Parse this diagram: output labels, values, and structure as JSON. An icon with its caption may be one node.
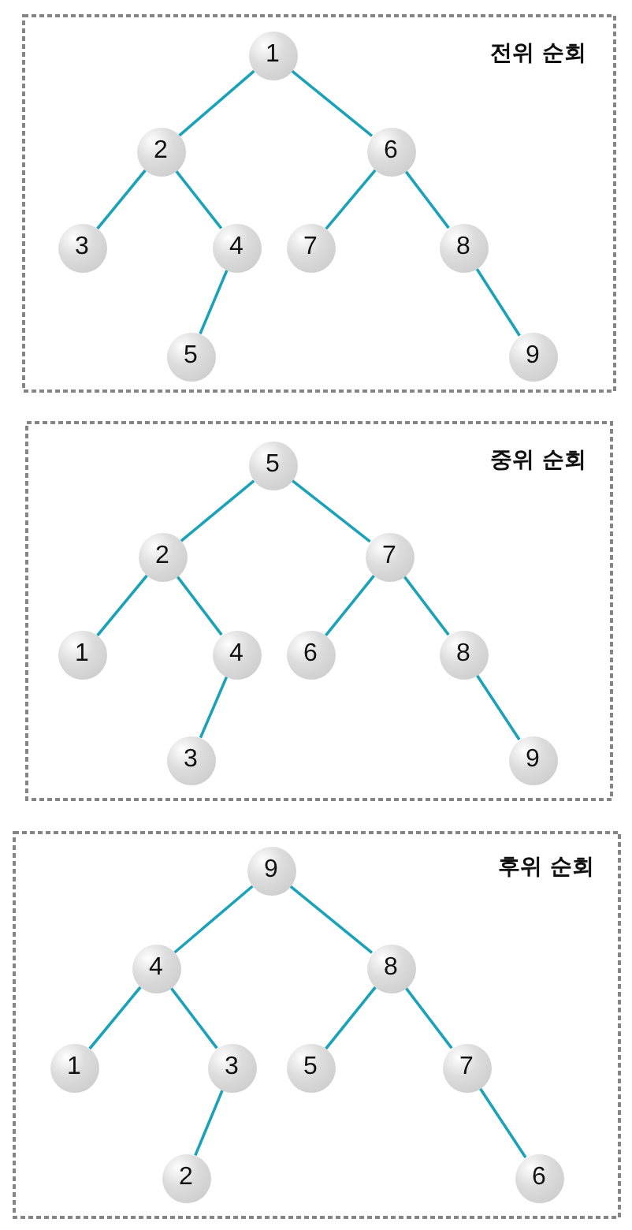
{
  "diagram": {
    "nodes": [
      {
        "text": [
          "전위 순회"
        ]
      },
      {
        "text": [
          "1"
        ],
        "in": 0
      },
      {
        "text": [
          "2"
        ],
        "in": 0
      },
      {
        "text": [
          "6"
        ],
        "in": 0
      },
      {
        "text": [
          "3"
        ],
        "in": 0
      },
      {
        "text": [
          "4"
        ],
        "in": 0
      },
      {
        "text": [
          "7"
        ],
        "in": 0
      },
      {
        "text": [
          "8"
        ],
        "in": 0
      },
      {
        "text": [
          "5"
        ],
        "in": 0
      },
      {
        "text": [
          "9"
        ],
        "in": 0
      },
      {
        "text": [
          "중위 순회"
        ]
      },
      {
        "text": [
          "5"
        ],
        "in": 10
      },
      {
        "text": [
          "2"
        ],
        "in": 10
      },
      {
        "text": [
          "7"
        ],
        "in": 10
      },
      {
        "text": [
          "1"
        ],
        "in": 10
      },
      {
        "text": [
          "4"
        ],
        "in": 10
      },
      {
        "text": [
          "6"
        ],
        "in": 10
      },
      {
        "text": [
          "8"
        ],
        "in": 10
      },
      {
        "text": [
          "3"
        ],
        "in": 10
      },
      {
        "text": [
          "9"
        ],
        "in": 10
      },
      {
        "text": [
          "후위 순회"
        ]
      },
      {
        "text": [
          "9"
        ],
        "in": 20
      },
      {
        "text": [
          "4"
        ],
        "in": 20
      },
      {
        "text": [
          "8"
        ],
        "in": 20
      },
      {
        "text": [
          "1"
        ],
        "in": 20
      },
      {
        "text": [
          "3"
        ],
        "in": 20
      },
      {
        "text": [
          "5"
        ],
        "in": 20
      },
      {
        "text": [
          "7"
        ],
        "in": 20
      },
      {
        "text": [
          "2"
        ],
        "in": 20
      },
      {
        "text": [
          "6"
        ],
        "in": 20
      }
    ],
    "edges": [
      {
        "from": 1,
        "to": 2,
        "arrow": "none"
      },
      {
        "from": 1,
        "to": 3,
        "arrow": "none"
      },
      {
        "from": 2,
        "to": 4,
        "arrow": "none"
      },
      {
        "from": 2,
        "to": 5,
        "arrow": "none"
      },
      {
        "from": 3,
        "to": 6,
        "arrow": "none"
      },
      {
        "from": 3,
        "to": 7,
        "arrow": "none"
      },
      {
        "from": 5,
        "to": 8,
        "arrow": "none"
      },
      {
        "from": 7,
        "to": 9,
        "arrow": "none"
      },
      {
        "from": 11,
        "to": 12,
        "arrow": "none"
      },
      {
        "from": 11,
        "to": 13,
        "arrow": "none"
      },
      {
        "from": 12,
        "to": 14,
        "arrow": "none"
      },
      {
        "from": 12,
        "to": 15,
        "arrow": "none"
      },
      {
        "from": 13,
        "to": 16,
        "arrow": "none"
      },
      {
        "from": 13,
        "to": 17,
        "arrow": "none"
      },
      {
        "from": 15,
        "to": 18,
        "arrow": "none"
      },
      {
        "from": 17,
        "to": 19,
        "arrow": "none"
      },
      {
        "from": 21,
        "to": 22,
        "arrow": "none"
      },
      {
        "from": 21,
        "to": 23,
        "arrow": "none"
      },
      {
        "from": 22,
        "to": 24,
        "arrow": "none"
      },
      {
        "from": 22,
        "to": 25,
        "arrow": "none"
      },
      {
        "from": 23,
        "to": 26,
        "arrow": "none"
      },
      {
        "from": 23,
        "to": 27,
        "arrow": "none"
      },
      {
        "from": 25,
        "to": 28,
        "arrow": "none"
      },
      {
        "from": 27,
        "to": 29,
        "arrow": "none"
      }
    ]
  }
}
